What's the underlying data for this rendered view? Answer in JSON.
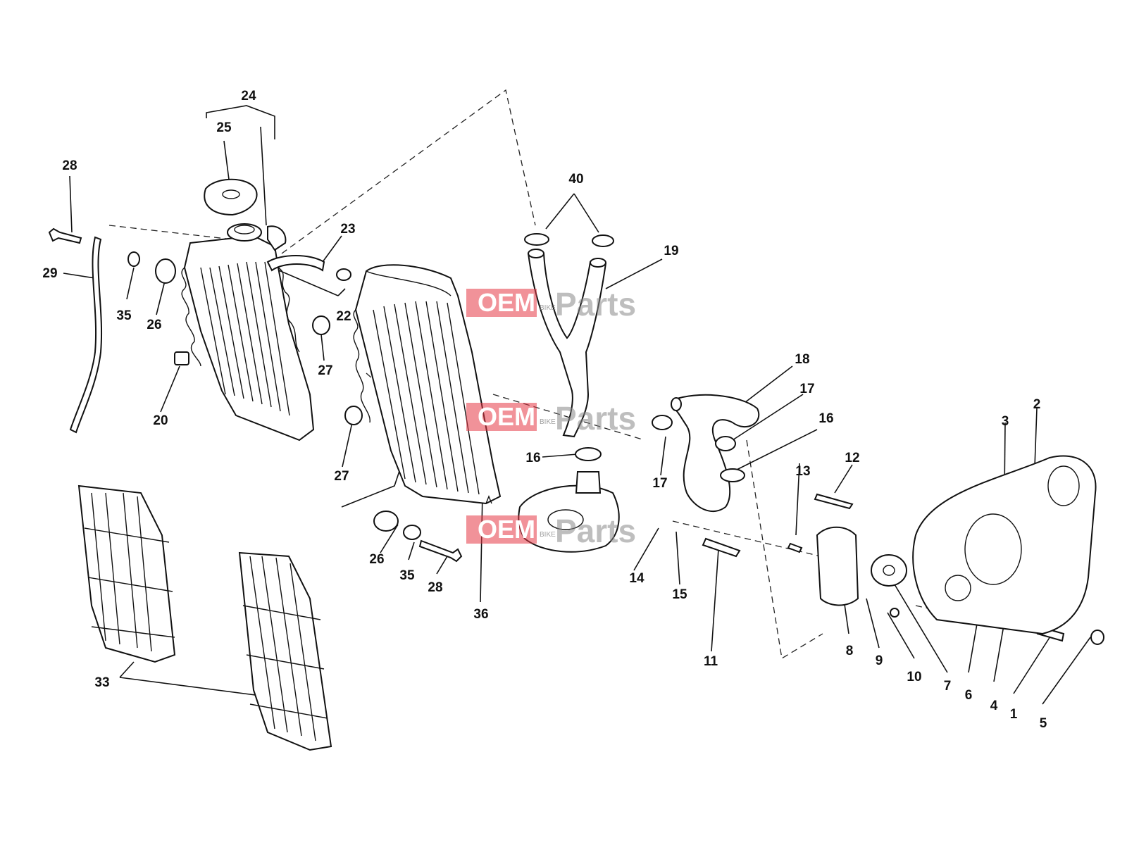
{
  "watermark": {
    "brand_a": "OEM",
    "brand_small": "BIKE",
    "brand_b": "Parts",
    "accent": "#e63946"
  },
  "callouts": {
    "n1": "1",
    "n2": "2",
    "n3": "3",
    "n4": "4",
    "n5": "5",
    "n6": "6",
    "n7": "7",
    "n8": "8",
    "n9": "9",
    "n10": "10",
    "n11": "11",
    "n12": "12",
    "n13": "13",
    "n14": "14",
    "n15": "15",
    "n16": "16",
    "n17": "17",
    "n18": "18",
    "n19": "19",
    "n20": "20",
    "n22": "22",
    "n23": "23",
    "n24": "24",
    "n25": "25",
    "n26": "26",
    "n27": "27",
    "n28": "28",
    "n29": "29",
    "n33": "33",
    "n35": "35",
    "n36": "36",
    "n40": "40"
  }
}
